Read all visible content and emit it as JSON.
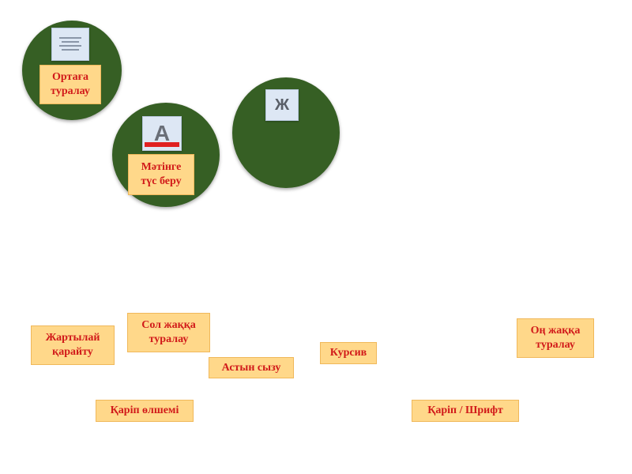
{
  "circles": [
    {
      "label": "Ортаға\nтуралау",
      "icon": "align-center-icon"
    },
    {
      "label": "Мәтінге\nтүс беру",
      "icon": "font-color-icon"
    },
    {
      "label": "",
      "icon": "bold-icon",
      "icon_text": "Ж"
    }
  ],
  "cards": {
    "bold": "Жартылай\nқарайту",
    "align_left": "Сол жаққа\nтуралау",
    "underline": "Астын сызу",
    "italic": "Курсив",
    "align_right": "Оң жаққа\nтуралау",
    "font_size": "Қаріп өлшемі",
    "font": "Қаріп / Шрифт"
  },
  "colors": {
    "circle": "#365f24",
    "label_bg": "#ffd88a",
    "label_text": "#d11a1a",
    "font_color_bar": "#e02020"
  }
}
